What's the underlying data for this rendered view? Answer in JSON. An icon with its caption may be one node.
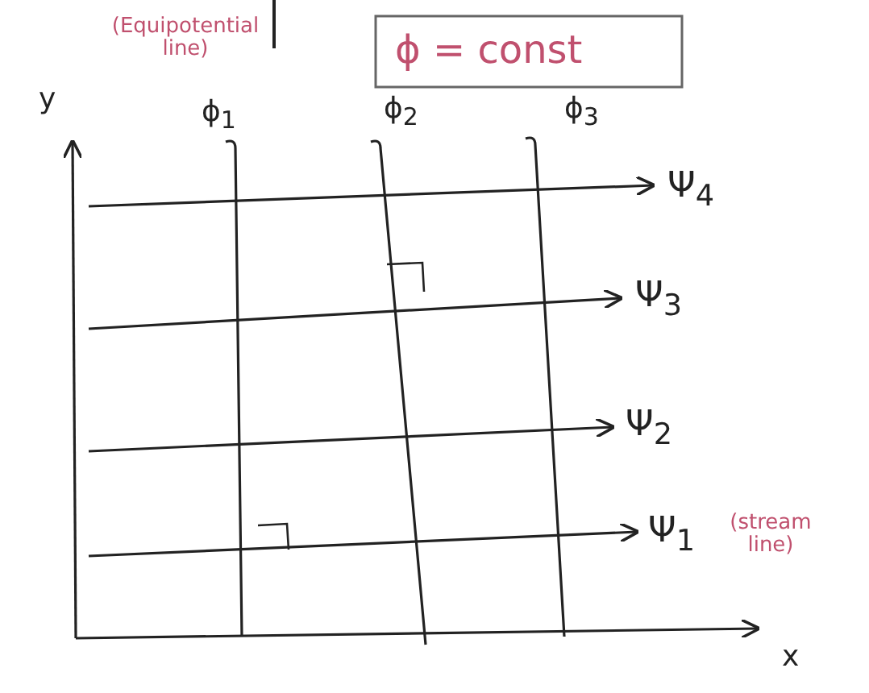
{
  "diagram": {
    "labels": [
      "(Equipotential line)",
      "ϕ = const",
      "y",
      "ϕ$_{1}$",
      "ϕ$_{2}$",
      "ϕ$_{3}$",
      "Ψ$_{4}$",
      "Ψ$_{3}$",
      "Ψ$_{2}$",
      "Ψ$_{1}$",
      "(stream line)",
      "x"
    ]
  }
}
